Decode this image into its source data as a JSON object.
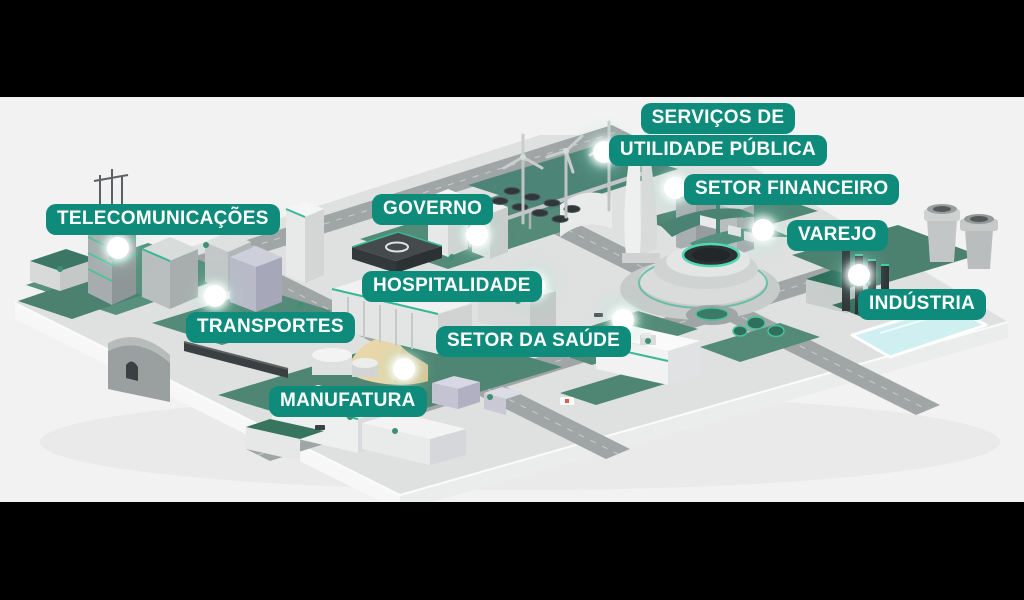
{
  "scene": {
    "illustration": "isometric-smart-city",
    "marker_icon": "white-glow-dot"
  },
  "colors": {
    "label_background": "#0e8b7a",
    "label_text": "#ffffff",
    "marker": "#ffffff",
    "city_green": "#538a78",
    "accent_teal": "#3ec9a0",
    "canvas_background": "#f1f2f1",
    "letterbox": "#000000"
  },
  "sectors": [
    {
      "id": "telecomunicacoes",
      "label": "TELECOMUNICAÇÕES"
    },
    {
      "id": "transportes",
      "label": "TRANSPORTES"
    },
    {
      "id": "manufatura",
      "label": "MANUFATURA"
    },
    {
      "id": "governo",
      "label": "GOVERNO"
    },
    {
      "id": "hospitalidade",
      "label": "HOSPITALIDADE"
    },
    {
      "id": "setor-da-saude",
      "label": "SETOR DA SAÚDE"
    },
    {
      "id": "utilidade-publica",
      "label": "SERVIÇOS DE",
      "label2": "UTILIDADE PÚBLICA"
    },
    {
      "id": "setor-financeiro",
      "label": "SETOR FINANCEIRO"
    },
    {
      "id": "varejo",
      "label": "VAREJO"
    },
    {
      "id": "industria",
      "label": "INDÚSTRIA"
    }
  ]
}
